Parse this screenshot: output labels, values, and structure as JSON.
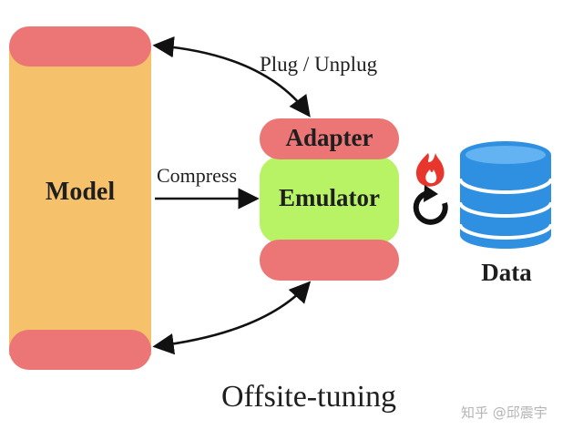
{
  "model": {
    "label": "Model"
  },
  "emulator": {
    "label": "Emulator",
    "adapter_label": "Adapter"
  },
  "arrows": {
    "plug_label": "Plug / Unplug",
    "compress_label": "Compress"
  },
  "data_store": {
    "label": "Data",
    "icon": "database-icon"
  },
  "tuning_icons": {
    "fire": "fire-icon",
    "refresh": "refresh-icon"
  },
  "title": "Offsite-tuning",
  "watermark": "知乎 @邱震宇",
  "colors": {
    "model_body": "#f5c26b",
    "cap": "#ec7576",
    "emulator": "#b7f364",
    "database": "#2f8fe0",
    "fire": "#e8362c"
  }
}
